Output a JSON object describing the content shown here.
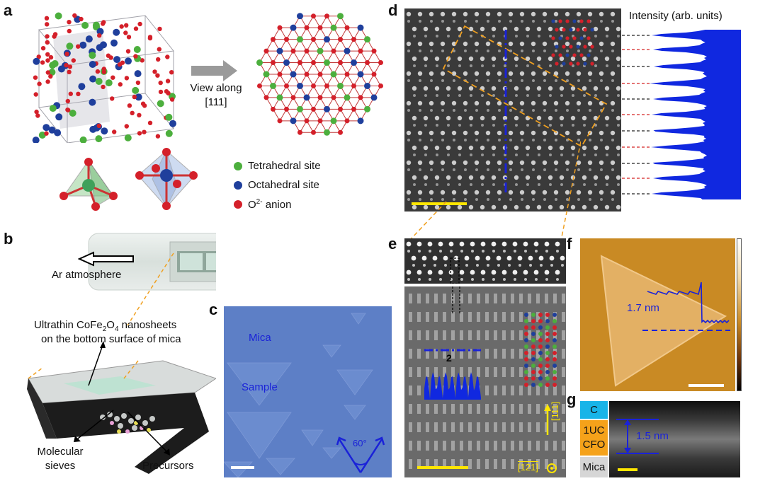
{
  "panels": {
    "a": "a",
    "b": "b",
    "c": "c",
    "d": "d",
    "e": "e",
    "f": "f",
    "g": "g"
  },
  "a": {
    "view_line1": "View along",
    "view_line2": "[111]",
    "legend": [
      {
        "label": "Tetrahedral site",
        "color": "#4caf3d"
      },
      {
        "label": "Octahedral site",
        "color": "#1f3f9c"
      },
      {
        "label": "O2- anion",
        "color": "#d4202a"
      }
    ],
    "legend_o_prefix": "O",
    "legend_o_sup": "2-",
    "legend_o_suffix": " anion"
  },
  "b": {
    "ar": "Ar atmosphere",
    "nano_line1": "Ultrathin CoFe2O4 nanosheets",
    "nano_prefix": "Ultrathin CoFe",
    "nano_sub1": "2",
    "nano_mid": "O",
    "nano_sub2": "4",
    "nano_suffix": " nanosheets",
    "nano_line2": "on the bottom surface of mica",
    "sieves_1": "Molecular",
    "sieves_2": "sieves",
    "precursors": "Precursors"
  },
  "c": {
    "mica": "Mica",
    "sample": "Sample",
    "angle": "60°"
  },
  "d": {
    "intensity": "Intensity (arb. units)"
  },
  "e": {
    "number": "2",
    "dir1": "[111]",
    "dir2": "[121]"
  },
  "f": {
    "height": "1.7 nm"
  },
  "g": {
    "c": "C",
    "cfo_1": "1UC",
    "cfo_2": "CFO",
    "mica": "Mica",
    "thickness": "1.5 nm"
  },
  "colors": {
    "blue_text": "#1a22d8",
    "yellow": "#ffe600",
    "orange_dash": "#f0a020",
    "mica_blue": "#5d7fc6"
  }
}
